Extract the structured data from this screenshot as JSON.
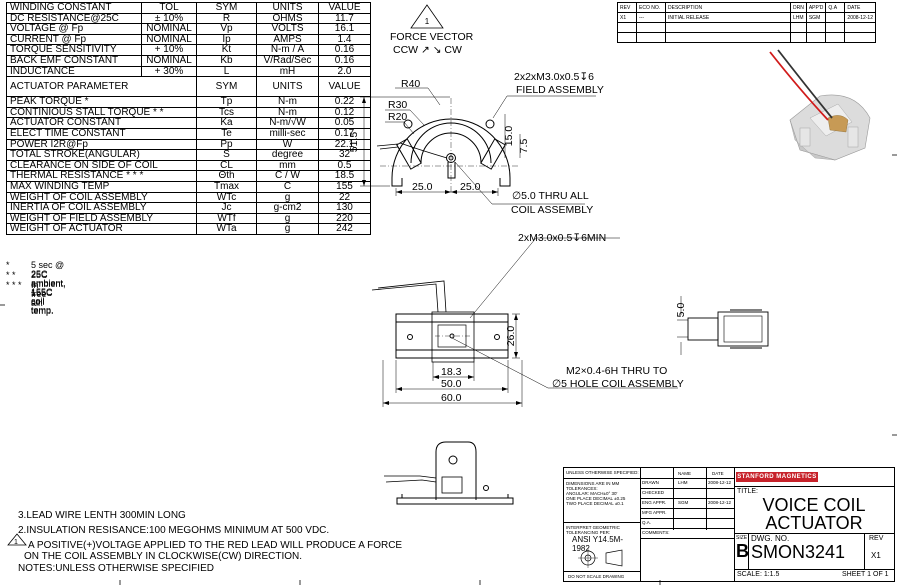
{
  "spec_rows": [
    {
      "param": "WINDING CONSTANT",
      "tol": "TOL",
      "sym": "SYM",
      "units": "UNITS",
      "value": "VALUE"
    },
    {
      "param": "DC RESISTANCE@25C",
      "tol": "± 10%",
      "sym": "R",
      "units": "OHMS",
      "value": "11.7"
    },
    {
      "param": "VOLTAGE @ Fp",
      "tol": "NOMINAL",
      "sym": "Vp",
      "units": "VOLTS",
      "value": "16.1"
    },
    {
      "param": "CURRENT @ Fp",
      "tol": "NOMINAL",
      "sym": "Ip",
      "units": "AMPS",
      "value": "1.4"
    },
    {
      "param": "TORQUE SENSITIVITY",
      "tol": "+ 10%",
      "sym": "Kt",
      "units": "N-m / A",
      "value": "0.16"
    },
    {
      "param": "BACK EMF CONSTANT",
      "tol": "NOMINAL",
      "sym": "Kb",
      "units": "V/Rad/Sec",
      "value": "0.16"
    },
    {
      "param": "INDUCTANCE",
      "tol": "+ 30%",
      "sym": "L",
      "units": "mH",
      "value": "2.0"
    }
  ],
  "actuator_header": {
    "param": "ACTUATOR PARAMETER",
    "sym": "SYM",
    "units": "UNITS",
    "value": "VALUE"
  },
  "actuator_rows": [
    {
      "param": "PEAK TORQUE    *",
      "sym": "Tp",
      "units": "N-m",
      "value": "0.22"
    },
    {
      "param": "CONTINIOUS STALL TORQUE    * *",
      "sym": "Tcs",
      "units": "N-m",
      "value": "0.12"
    },
    {
      "param": "ACTUATOR CONSTANT",
      "sym": "Ka",
      "units": "N-m/√W",
      "value": "0.05"
    },
    {
      "param": "ELECT TIME CONSTANT",
      "sym": "Te",
      "units": "milli-sec",
      "value": "0.17"
    },
    {
      "param": "POWER I2R@Fp",
      "sym": "Pp",
      "units": "W",
      "value": "22.1"
    },
    {
      "param": "TOTAL STROKE(ANGULAR)",
      "sym": "S",
      "units": "degree",
      "value": "32"
    },
    {
      "param": "CLEARANCE ON SIDE OF COIL",
      "sym": "CL",
      "units": "mm",
      "value": "0.5"
    },
    {
      "param": "THERMAL RESISTANCE * * *",
      "sym": "Θth",
      "units": "C / W",
      "value": "18.5"
    },
    {
      "param": "MAX WINDING TEMP",
      "sym": "Tmax",
      "units": "C",
      "value": "155"
    },
    {
      "param": "WEIGHT OF COIL ASSEMBLY",
      "sym": "WTc",
      "units": "g",
      "value": "22"
    },
    {
      "param": "INERTIA OF COIL ASSEMBLY",
      "sym": "Jc",
      "units": "g-cm2",
      "value": "130"
    },
    {
      "param": "WEIGHT OF FIELD ASSEMBLY",
      "sym": "WTf",
      "units": "g",
      "value": "220"
    },
    {
      "param": "WEIGHT OF ACTUATOR",
      "sym": "WTa",
      "units": "g",
      "value": "242"
    }
  ],
  "footnotes": [
    {
      "mark": "*",
      "text": "5 sec @ 25C ambient, 155C coil temp."
    },
    {
      "mark": "* *",
      "text": "25C ambient, 155C coil temp."
    },
    {
      "mark": "* * *",
      "text": "In free air."
    }
  ],
  "force_vector": {
    "flag": "1",
    "label": "FORCE VECTOR",
    "dir": "CCW ↗ ↘ CW"
  },
  "revision_table": {
    "headers": [
      "REV",
      "ECO NO.",
      "DESCRIPTION",
      "DRN",
      "APP'D",
      "Q.A",
      "DATE"
    ],
    "rows": [
      [
        "X1",
        "---",
        "INITIAL RELEASE",
        "LHM",
        "SGM",
        "",
        "2008-12-12"
      ]
    ]
  },
  "dims": {
    "r40": "R40",
    "r30": "R30",
    "r20": "R20",
    "h515": "51.5",
    "d150": "15.0",
    "d75": "7.5",
    "d250a": "25.0",
    "d250b": "25.0",
    "field_note1": "2x2xM3.0x0.5↧6",
    "field_note2": "FIELD ASSEMBLY",
    "coil_note1": "∅5.0 THRU ALL",
    "coil_note2": "COIL ASSEMBLY",
    "side_note": "2xM3.0x0.5↧6MIN",
    "d260": "26.0",
    "d183": "18.3",
    "d500": "50.0",
    "d600": "60.0",
    "d50": "5.0",
    "thru_note1": "M2×0.4-6H THRU TO",
    "thru_note2": "∅5 HOLE COIL ASSEMBLY"
  },
  "notes": [
    "3.LEAD WIRE LENTH 300MIN LONG",
    "2.INSULATION RESISANCE:100 MEGOHMS MINIMUM AT 500 VDC.",
    "A POSITIVE(+)VOLTAGE APPLIED TO THE RED LEAD WILL PRODUCE A FORCE",
    "ON THE COIL ASSEMBLY IN CLOCKWISE(CW) DIRECTION.",
    "NOTES:UNLESS OTHERWISE SPECIFIED"
  ],
  "note_flag": "1",
  "title_block": {
    "unless": "UNLESS OTHERWISE SPECIFIED:",
    "tol_lines": [
      "DIMENSIONS ARE IN MM",
      "TOLERANCES:",
      "ANGULAR: MACH±0° 30'",
      "ONE PLACE DECIMAL   ±0.25",
      "TWO PLACE DECIMAL   ±0.1"
    ],
    "interp": "INTERPRET GEOMETRIC",
    "tolerancing": "TOLERANCING PER:",
    "ansi": "ANSI Y14.5M-1982",
    "do_not_scale": "DO NOT SCALE DRAWING",
    "col_name": "NAME",
    "col_date": "DATE",
    "approvals": [
      {
        "role": "DRAWN",
        "name": "LHM",
        "date": "2008-12-12"
      },
      {
        "role": "CHECKED",
        "name": "",
        "date": ""
      },
      {
        "role": "ENG APPR.",
        "name": "SGM",
        "date": "2008-12-12"
      },
      {
        "role": "MFG APPR.",
        "name": "",
        "date": ""
      },
      {
        "role": "Q.A.",
        "name": "",
        "date": ""
      },
      {
        "role": "COMMENTS:",
        "name": "",
        "date": ""
      }
    ],
    "logo": "STANFORD MAGNETICS",
    "title_label": "TITLE:",
    "title1": "VOICE COIL",
    "title2": "ACTUATOR",
    "size_label": "SIZE",
    "size": "B",
    "dwg_label": "DWG.  NO.",
    "dwg_no": "SMON3241",
    "rev_label": "REV",
    "rev": "X1",
    "scale": "SCALE: 1:1.5",
    "sheet": "SHEET 1 OF 1"
  },
  "colors": {
    "logo_bg": "#c7222a",
    "wire_red": "#d11b1b",
    "wire_dark": "#333333"
  }
}
